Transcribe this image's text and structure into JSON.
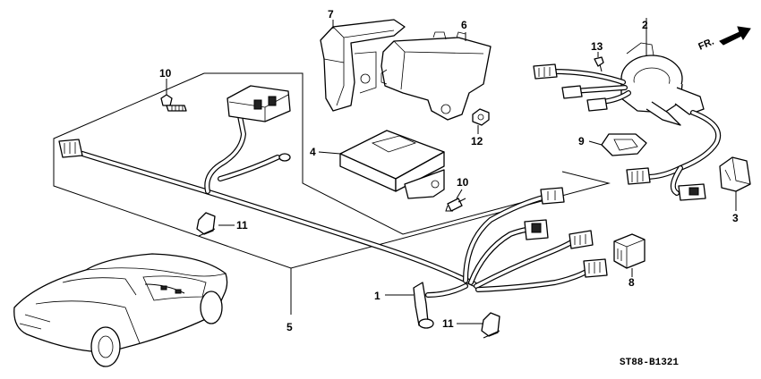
{
  "diagram": {
    "parts": [
      {
        "number": "1"
      },
      {
        "number": "2"
      },
      {
        "number": "3"
      },
      {
        "number": "4"
      },
      {
        "number": "5"
      },
      {
        "number": "6"
      },
      {
        "number": "7"
      },
      {
        "number": "8"
      },
      {
        "number": "9"
      },
      {
        "number": "10"
      },
      {
        "number": "10"
      },
      {
        "number": "11"
      },
      {
        "number": "11"
      },
      {
        "number": "12"
      },
      {
        "number": "13"
      }
    ],
    "direction_label": "FR.",
    "diagram_code": "ST88-B1321"
  }
}
